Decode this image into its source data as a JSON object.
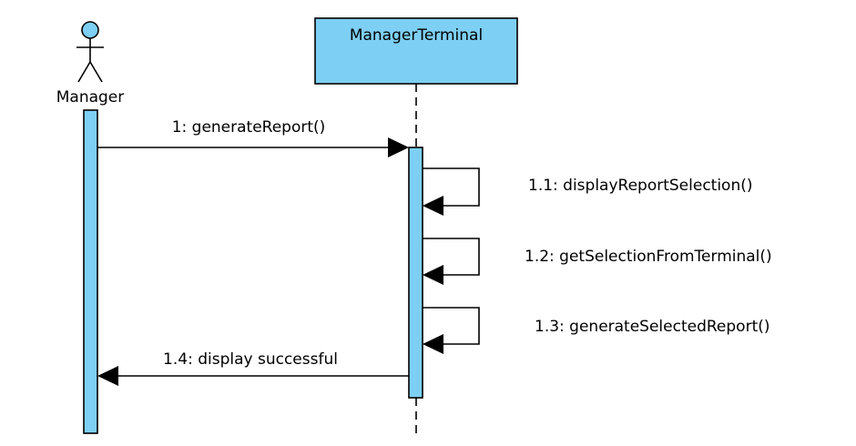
{
  "actor": {
    "name": "Manager"
  },
  "object": {
    "name": "ManagerTerminal"
  },
  "messages": [
    {
      "label": "1: generateReport()"
    },
    {
      "label": "1.1: displayReportSelection()"
    },
    {
      "label": "1.2: getSelectionFromTerminal()"
    },
    {
      "label": "1.3: generateSelectedReport()"
    },
    {
      "label": "1.4: display successful"
    }
  ],
  "colors": {
    "fill": "#7ecff4",
    "stroke": "#000000"
  }
}
